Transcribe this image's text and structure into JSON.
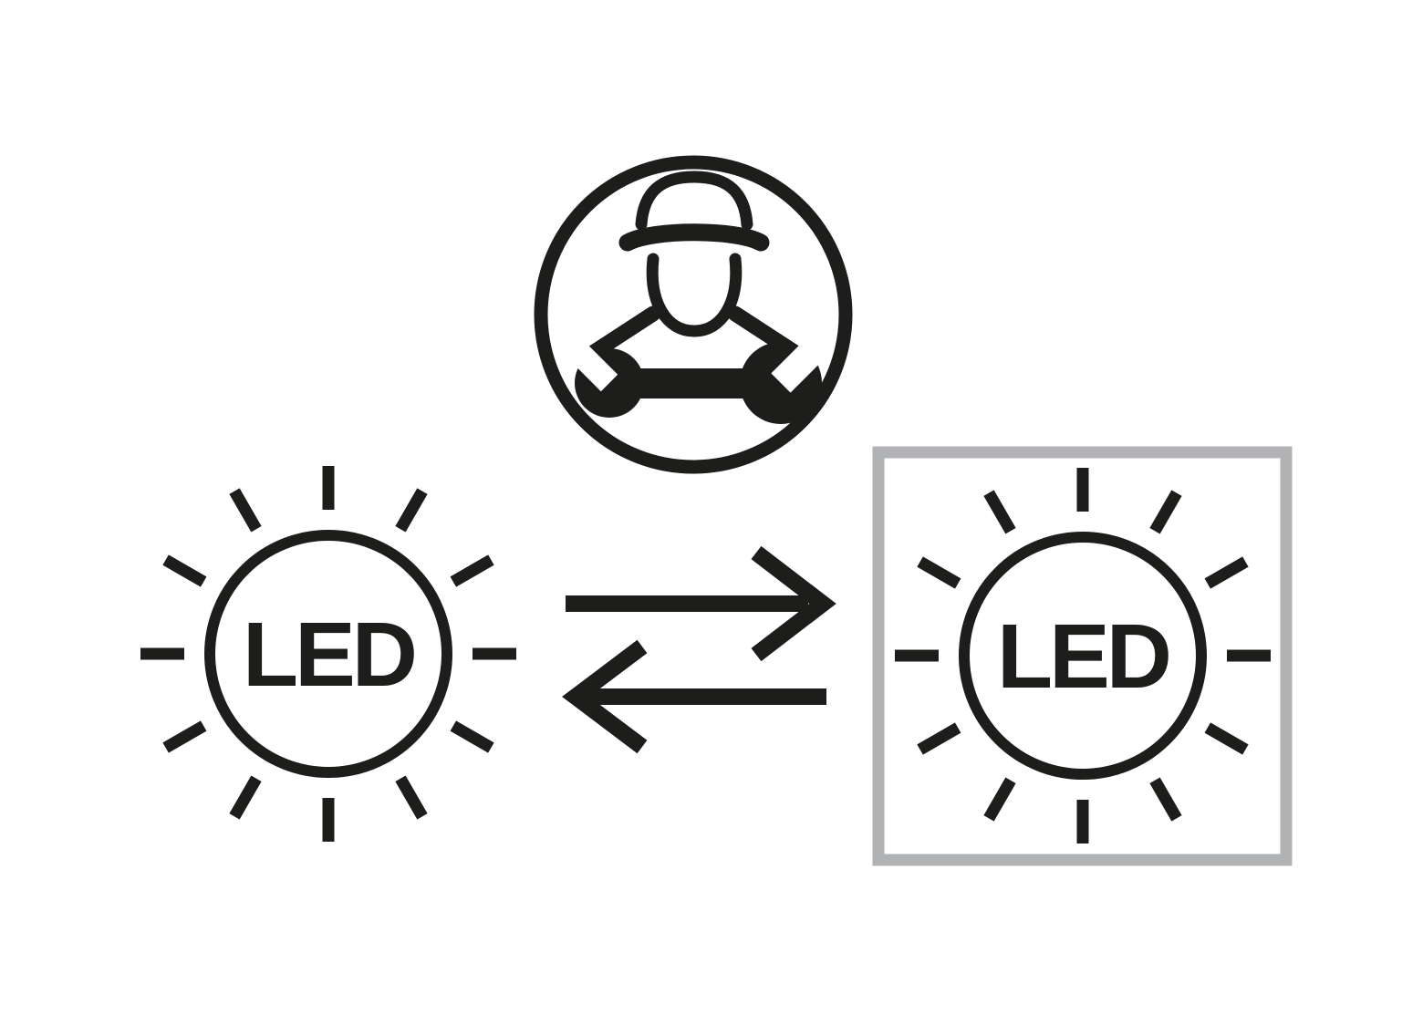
{
  "diagram": {
    "colors": {
      "line": "#1d1d1b",
      "frame": "#b1b2b4",
      "background": "#ffffff"
    },
    "left_led": {
      "label": "LED"
    },
    "right_led": {
      "label": "LED"
    },
    "icons": {
      "service": "technician-with-cap-icon",
      "tool": "wrench-icon",
      "swap": "exchange-arrows-icon",
      "lamp": "led-sun-icon",
      "replacement_frame": "gray-square-frame"
    }
  }
}
